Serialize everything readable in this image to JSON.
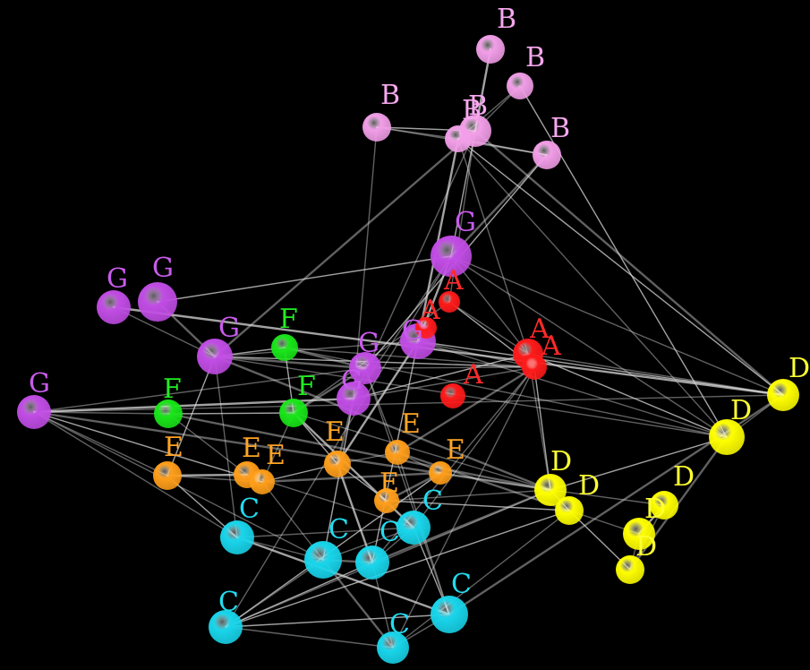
{
  "graph": {
    "background": "#000000",
    "edge_color": "#d8d8d8",
    "groups": {
      "A": {
        "color": "#ff1a1a",
        "label_color": "#ff2a2a"
      },
      "B": {
        "color": "#f29ee8",
        "label_color": "#f6a8ee"
      },
      "C": {
        "color": "#19d6ec",
        "label_color": "#22dcf0"
      },
      "D": {
        "color": "#ffff00",
        "label_color": "#ffff33"
      },
      "E": {
        "color": "#ff9e1a",
        "label_color": "#ffa526"
      },
      "F": {
        "color": "#19e619",
        "label_color": "#22ee22"
      },
      "G": {
        "color": "#c24de6",
        "label_color": "#c85cec"
      }
    },
    "nodes": [
      {
        "id": "B1",
        "group": "B",
        "label": "B"
      },
      {
        "id": "B2",
        "group": "B",
        "label": "B"
      },
      {
        "id": "B3",
        "group": "B",
        "label": "B"
      },
      {
        "id": "B4",
        "group": "B",
        "label": "B"
      },
      {
        "id": "B5",
        "group": "B",
        "label": "B"
      },
      {
        "id": "B6",
        "group": "B",
        "label": "B"
      },
      {
        "id": "G1",
        "group": "G",
        "label": "G"
      },
      {
        "id": "G2",
        "group": "G",
        "label": "G"
      },
      {
        "id": "G3",
        "group": "G",
        "label": "G"
      },
      {
        "id": "G4",
        "group": "G",
        "label": "G"
      },
      {
        "id": "G5",
        "group": "G",
        "label": "G"
      },
      {
        "id": "G6",
        "group": "G",
        "label": "G"
      },
      {
        "id": "G7",
        "group": "G",
        "label": "G"
      },
      {
        "id": "G8",
        "group": "G",
        "label": "G"
      },
      {
        "id": "A1",
        "group": "A",
        "label": "A"
      },
      {
        "id": "A2",
        "group": "A",
        "label": "A"
      },
      {
        "id": "A3",
        "group": "A",
        "label": "A"
      },
      {
        "id": "A4",
        "group": "A",
        "label": "A"
      },
      {
        "id": "A5",
        "group": "A",
        "label": "A"
      },
      {
        "id": "F1",
        "group": "F",
        "label": "F"
      },
      {
        "id": "F2",
        "group": "F",
        "label": "F"
      },
      {
        "id": "F3",
        "group": "F",
        "label": "F"
      },
      {
        "id": "E1",
        "group": "E",
        "label": "E"
      },
      {
        "id": "E2",
        "group": "E",
        "label": "E"
      },
      {
        "id": "E3",
        "group": "E",
        "label": "E"
      },
      {
        "id": "E4",
        "group": "E",
        "label": "E"
      },
      {
        "id": "E5",
        "group": "E",
        "label": "E"
      },
      {
        "id": "E6",
        "group": "E",
        "label": "E"
      },
      {
        "id": "E7",
        "group": "E",
        "label": "E"
      },
      {
        "id": "D1",
        "group": "D",
        "label": "D"
      },
      {
        "id": "D2",
        "group": "D",
        "label": "D"
      },
      {
        "id": "D3",
        "group": "D",
        "label": "D"
      },
      {
        "id": "D4",
        "group": "D",
        "label": "D"
      },
      {
        "id": "D5",
        "group": "D",
        "label": "D"
      },
      {
        "id": "D6",
        "group": "D",
        "label": "D"
      },
      {
        "id": "D7",
        "group": "D",
        "label": "D"
      },
      {
        "id": "C1",
        "group": "C",
        "label": "C"
      },
      {
        "id": "C2",
        "group": "C",
        "label": "C"
      },
      {
        "id": "C3",
        "group": "C",
        "label": "C"
      },
      {
        "id": "C4",
        "group": "C",
        "label": "C"
      },
      {
        "id": "C5",
        "group": "C",
        "label": "C"
      },
      {
        "id": "C6",
        "group": "C",
        "label": "C"
      },
      {
        "id": "C7",
        "group": "C",
        "label": "C"
      }
    ],
    "edges": [
      [
        "B1",
        "B3"
      ],
      [
        "B2",
        "B3"
      ],
      [
        "B2",
        "B5"
      ],
      [
        "B3",
        "B4"
      ],
      [
        "B3",
        "B5"
      ],
      [
        "B4",
        "B5"
      ],
      [
        "B6",
        "B5"
      ],
      [
        "B6",
        "B4"
      ],
      [
        "B6",
        "G3"
      ],
      [
        "B3",
        "G3"
      ],
      [
        "B3",
        "G8"
      ],
      [
        "B4",
        "G8"
      ],
      [
        "B5",
        "G6"
      ],
      [
        "B3",
        "A1"
      ],
      [
        "B5",
        "A2"
      ],
      [
        "B5",
        "D1"
      ],
      [
        "B3",
        "D1"
      ],
      [
        "B5",
        "D2"
      ],
      [
        "B2",
        "D2"
      ],
      [
        "G1",
        "G4"
      ],
      [
        "G2",
        "G4"
      ],
      [
        "G2",
        "G3"
      ],
      [
        "G3",
        "G8"
      ],
      [
        "G3",
        "A2"
      ],
      [
        "G3",
        "G6"
      ],
      [
        "G3",
        "D1"
      ],
      [
        "G3",
        "D2"
      ],
      [
        "G4",
        "F1"
      ],
      [
        "G4",
        "G7"
      ],
      [
        "G4",
        "G6"
      ],
      [
        "G4",
        "E1"
      ],
      [
        "G4",
        "C1"
      ],
      [
        "G4",
        "D3"
      ],
      [
        "G4",
        "A3"
      ],
      [
        "G5",
        "F2"
      ],
      [
        "G5",
        "G7"
      ],
      [
        "G5",
        "G8"
      ],
      [
        "G5",
        "E1"
      ],
      [
        "G5",
        "C1"
      ],
      [
        "G5",
        "E3"
      ],
      [
        "G5",
        "D3"
      ],
      [
        "G5",
        "C3"
      ],
      [
        "G8",
        "A2"
      ],
      [
        "G8",
        "A3"
      ],
      [
        "G8",
        "E4"
      ],
      [
        "G6",
        "D1"
      ],
      [
        "G6",
        "D2"
      ],
      [
        "G6",
        "A3"
      ],
      [
        "G6",
        "E4"
      ],
      [
        "G7",
        "A3"
      ],
      [
        "G7",
        "E5"
      ],
      [
        "F1",
        "F3"
      ],
      [
        "F1",
        "G7"
      ],
      [
        "F1",
        "A3"
      ],
      [
        "F2",
        "F3"
      ],
      [
        "F2",
        "E2"
      ],
      [
        "F3",
        "G7"
      ],
      [
        "F3",
        "E4"
      ],
      [
        "F3",
        "E3"
      ],
      [
        "F3",
        "D3"
      ],
      [
        "F3",
        "C2"
      ],
      [
        "F3",
        "A1"
      ],
      [
        "A1",
        "A2"
      ],
      [
        "A1",
        "A3"
      ],
      [
        "A2",
        "A3"
      ],
      [
        "A2",
        "D1"
      ],
      [
        "A2",
        "D2"
      ],
      [
        "A2",
        "D3"
      ],
      [
        "A3",
        "E5"
      ],
      [
        "A3",
        "D3"
      ],
      [
        "A3",
        "C4"
      ],
      [
        "A3",
        "C2"
      ],
      [
        "E1",
        "E2"
      ],
      [
        "E1",
        "E3"
      ],
      [
        "E2",
        "E3"
      ],
      [
        "E3",
        "E4"
      ],
      [
        "E3",
        "E6"
      ],
      [
        "E4",
        "E5"
      ],
      [
        "E4",
        "E7"
      ],
      [
        "E5",
        "E6"
      ],
      [
        "E6",
        "E7"
      ],
      [
        "E1",
        "C1"
      ],
      [
        "E2",
        "C2"
      ],
      [
        "E3",
        "C3"
      ],
      [
        "E4",
        "C4"
      ],
      [
        "E6",
        "D3"
      ],
      [
        "E7",
        "D3"
      ],
      [
        "E7",
        "D4"
      ],
      [
        "E5",
        "D4"
      ],
      [
        "E5",
        "C5"
      ],
      [
        "E6",
        "C6"
      ],
      [
        "D1",
        "D2"
      ],
      [
        "D2",
        "D7"
      ],
      [
        "D3",
        "D4"
      ],
      [
        "D3",
        "D5"
      ],
      [
        "D4",
        "D6"
      ],
      [
        "D5",
        "D6"
      ],
      [
        "D6",
        "D7"
      ],
      [
        "D5",
        "D7"
      ],
      [
        "D4",
        "D7"
      ],
      [
        "D3",
        "C4"
      ],
      [
        "D3",
        "C6"
      ],
      [
        "D4",
        "C6"
      ],
      [
        "D4",
        "C7"
      ],
      [
        "D1",
        "C5"
      ],
      [
        "D2",
        "D3"
      ],
      [
        "C1",
        "C2"
      ],
      [
        "C1",
        "C3"
      ],
      [
        "C1",
        "C5"
      ],
      [
        "C2",
        "C3"
      ],
      [
        "C2",
        "C4"
      ],
      [
        "C2",
        "C5"
      ],
      [
        "C3",
        "C4"
      ],
      [
        "C3",
        "C6"
      ],
      [
        "C4",
        "C6"
      ],
      [
        "C4",
        "C7"
      ],
      [
        "C3",
        "C7"
      ],
      [
        "C5",
        "C6"
      ],
      [
        "C6",
        "C7"
      ],
      [
        "C5",
        "C7"
      ],
      [
        "G1",
        "D1"
      ],
      [
        "G4",
        "D2"
      ],
      [
        "G5",
        "D1"
      ],
      [
        "B6",
        "G7"
      ],
      [
        "B3",
        "G4"
      ],
      [
        "G3",
        "C6"
      ],
      [
        "G8",
        "C3"
      ],
      [
        "A3",
        "C7"
      ],
      [
        "F2",
        "D3"
      ],
      [
        "G6",
        "C4"
      ],
      [
        "G7",
        "C5"
      ],
      [
        "F1",
        "D2"
      ]
    ]
  }
}
